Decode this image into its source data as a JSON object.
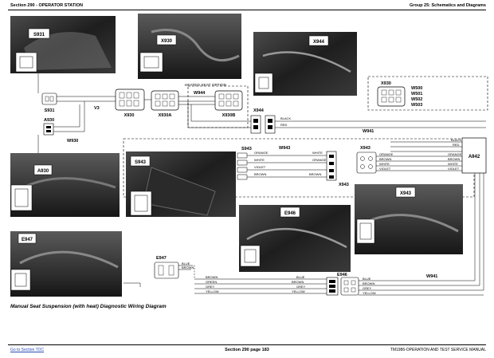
{
  "header": {
    "left": "Section 290 - OPERATOR STATION",
    "right": "Group 25: Schematics and Diagrams"
  },
  "caption": "Manual Seat Suspension (with heat) Diagnostic Wiring Diagram",
  "footer": {
    "left": "Go to Section TOC",
    "center": "Section 290 page 183",
    "right": "TM1986-OPERATION AND TEST SERVICE MANUAL"
  },
  "labels": {
    "s931": "S931",
    "s931_conn": "S931",
    "a930": "A930",
    "a930_photo": "A930",
    "w930": "W930",
    "v3": "V3",
    "x930": "X930",
    "x930_photo": "X930",
    "x930_right": "X930",
    "x930a": "X930A",
    "x930b": "X930B",
    "heated_seat_option": "HEATED SEAT OPTION",
    "w944": "W944",
    "x944": "X944",
    "x944_photo": "X944",
    "w500": "W500",
    "w501": "W501",
    "w502": "W502",
    "w503": "W503",
    "w941": "W941",
    "w941_bottom": "W941",
    "a942": "A942",
    "s943": "S943",
    "s943_photo": "S943",
    "w943": "W943",
    "x943": "X943",
    "x943_bottom": "X943",
    "x943_photo": "X943",
    "e946": "E946",
    "e946_photo": "E946",
    "e947": "E947",
    "e947_photo": "E947"
  },
  "wire_colors": {
    "black": "BLACK",
    "red": "RED",
    "orange": "ORANGE",
    "brown": "BROWN",
    "white": "WHITE",
    "violet": "VIOLET",
    "blue": "BLUE",
    "green": "GREEN",
    "grey": "GREY",
    "yellow": "YELLOW"
  }
}
